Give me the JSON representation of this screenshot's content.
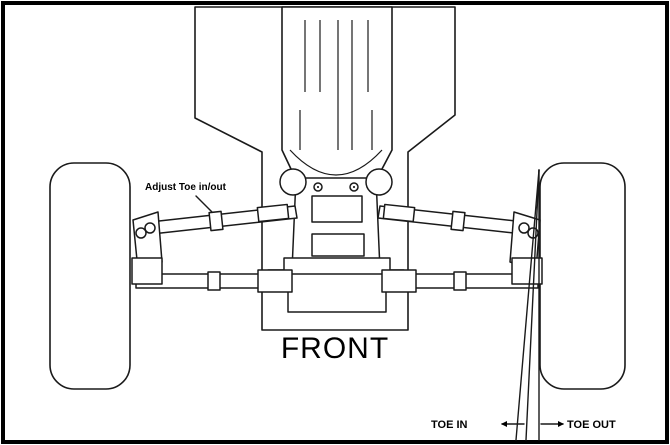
{
  "labels": {
    "adjust_toe": "Adjust Toe in/out",
    "front": "FRONT",
    "toe_in": "TOE IN",
    "toe_out": "TOE OUT"
  },
  "colors": {
    "line": "#1a1a1a",
    "background": "#ffffff"
  }
}
